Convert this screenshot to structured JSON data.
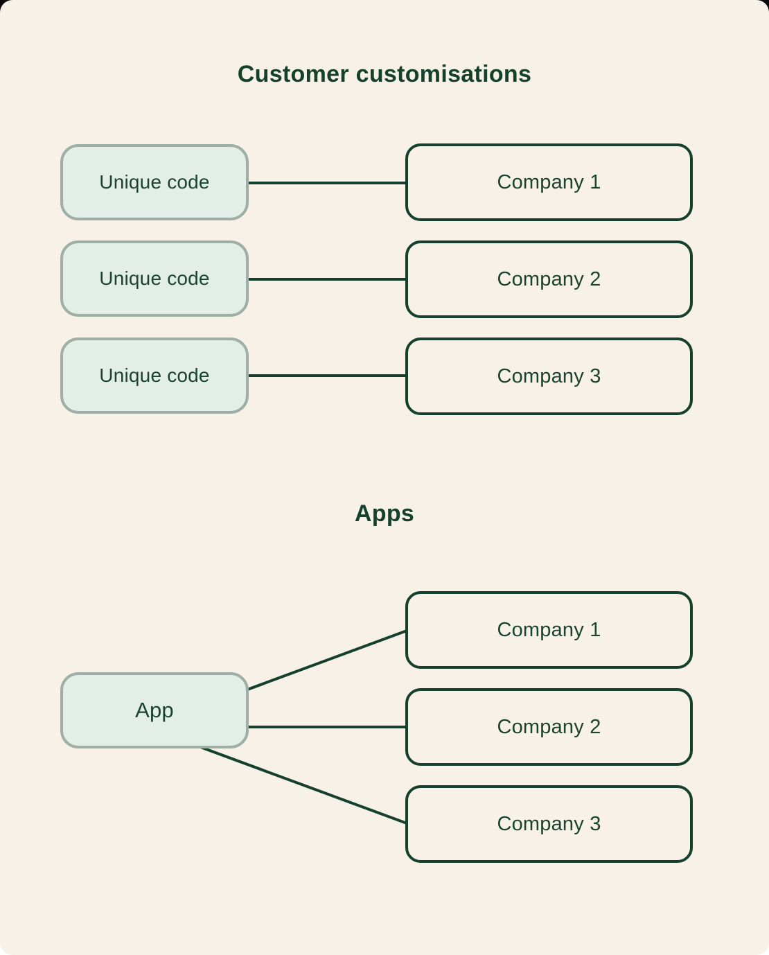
{
  "colors": {
    "background": "#F7F1E8",
    "ink_dark_green": "#16402D",
    "mint_fill": "#E3EEE8",
    "mint_border": "#9EB0A5"
  },
  "customisations": {
    "title": "Customer customisations",
    "rows": [
      {
        "code": "Unique code",
        "company": "Company 1"
      },
      {
        "code": "Unique code",
        "company": "Company 2"
      },
      {
        "code": "Unique code",
        "company": "Company 3"
      }
    ]
  },
  "apps": {
    "title": "Apps",
    "app_label": "App",
    "companies": [
      {
        "label": "Company 1"
      },
      {
        "label": "Company 2"
      },
      {
        "label": "Company 3"
      }
    ]
  }
}
